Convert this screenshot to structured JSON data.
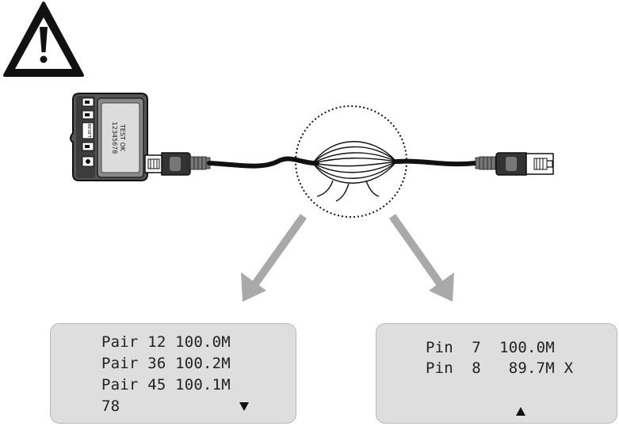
{
  "warning": {
    "icon": "warning-triangle-icon"
  },
  "tester": {
    "icon": "cable-tester-icon",
    "screen_line1": "TEST OK",
    "screen_line2": "12345678",
    "side_label": "RESET"
  },
  "cable": {
    "icon": "network-cable-icon",
    "connector_icon": "rj45-plug-icon",
    "magnifier_icon": "magnified-wires-icon"
  },
  "left_display": {
    "lines": [
      "Pair 12 100.0M",
      "Pair 36 100.2M",
      "Pair 45 100.1M",
      "78"
    ],
    "scroll_icon": "scroll-down-arrow-icon"
  },
  "right_display": {
    "lines": [
      "Pin  7  100.0M",
      "Pin  8   89.7M X"
    ],
    "scroll_icon": "scroll-up-arrow-icon"
  },
  "colors": {
    "arrow": "#a9a9a9",
    "lcd_bg": "#dedede",
    "ink": "#111111"
  }
}
